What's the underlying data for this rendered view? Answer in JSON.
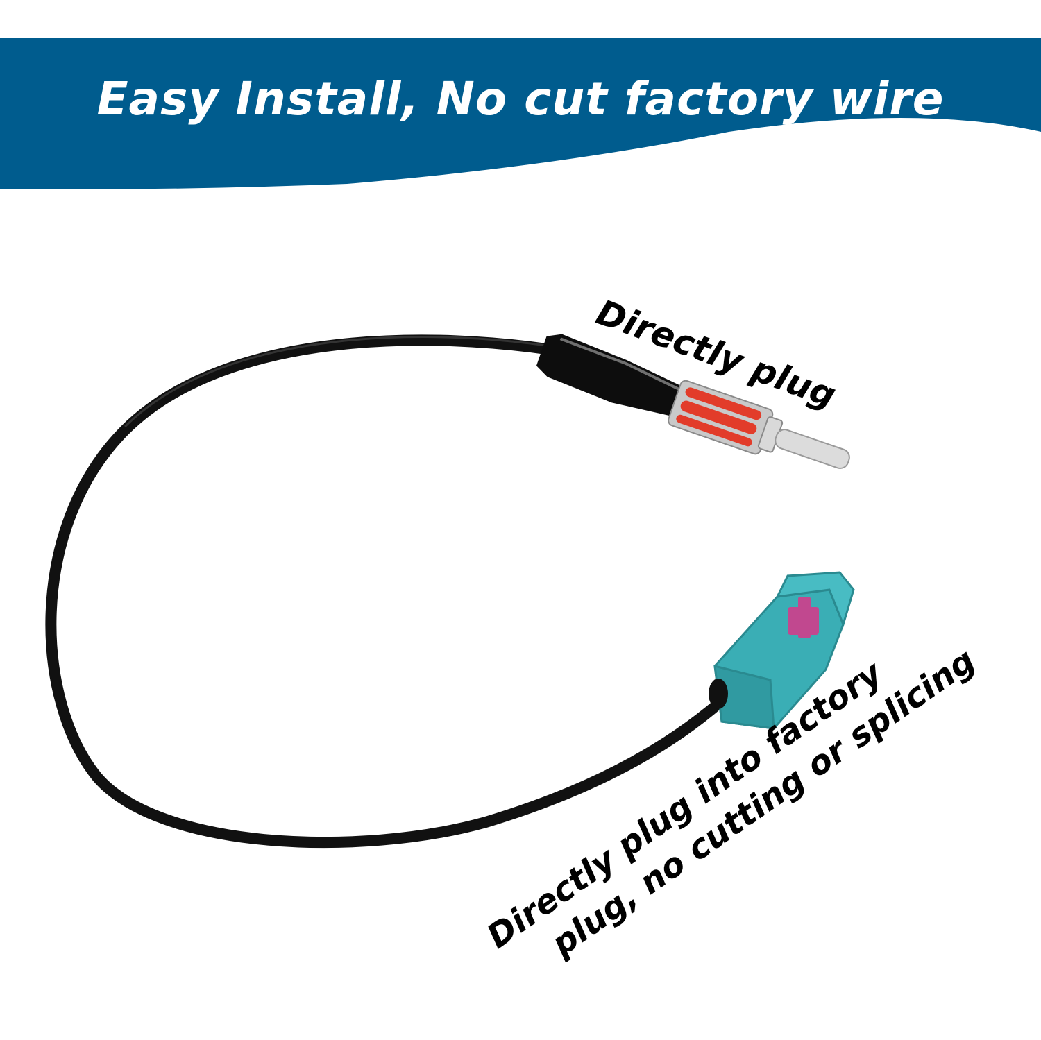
{
  "banner": {
    "headline": "Easy Install, No cut factory wire",
    "color": "#005c8e"
  },
  "callouts": {
    "top": "Directly plug",
    "bottom_line1": "Directly plug into factory",
    "bottom_line2": "plug, no cutting or splicing"
  },
  "colors": {
    "cable": "#111111",
    "connector_teal": "#3aaeb5",
    "connector_pink": "#c1488f",
    "plug_red": "#e23c2a",
    "plug_metal": "#c9c9c9"
  }
}
